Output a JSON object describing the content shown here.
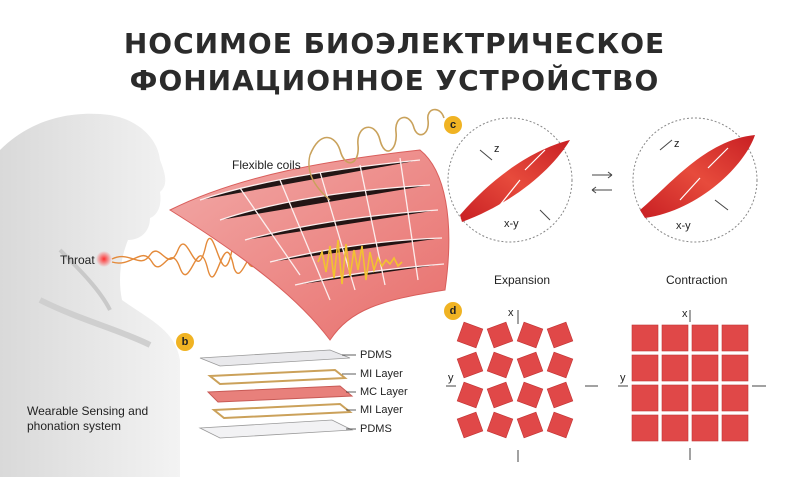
{
  "title": {
    "line1": "НОСИМОЕ БИОЭЛЕКТРИЧЕСКОЕ",
    "line2": "ФОНИАЦИОННОЕ УСТРОЙСТВО"
  },
  "panel_a": {
    "flexible_coils_label": "Flexible coils",
    "throat_label": "Throat",
    "system_label": "Wearable Sensing and phonation system"
  },
  "panel_b": {
    "badge": "b",
    "layers": [
      "PDMS",
      "MI Layer",
      "MC Layer",
      "MI Layer",
      "PDMS"
    ]
  },
  "panel_c": {
    "badge": "c",
    "expansion_label": "Expansion",
    "contraction_label": "Contraction",
    "axis_z": "z",
    "axis_xy": "x-y"
  },
  "panel_d": {
    "badge": "d",
    "axis_x": "x",
    "axis_y": "y"
  },
  "colors": {
    "muscle_red": "#d8302f",
    "tile_red": "#e04848",
    "badge_orange": "#f0b323",
    "waveform_orange": "#e48a3a",
    "waveform_yellow": "#f2c230"
  }
}
